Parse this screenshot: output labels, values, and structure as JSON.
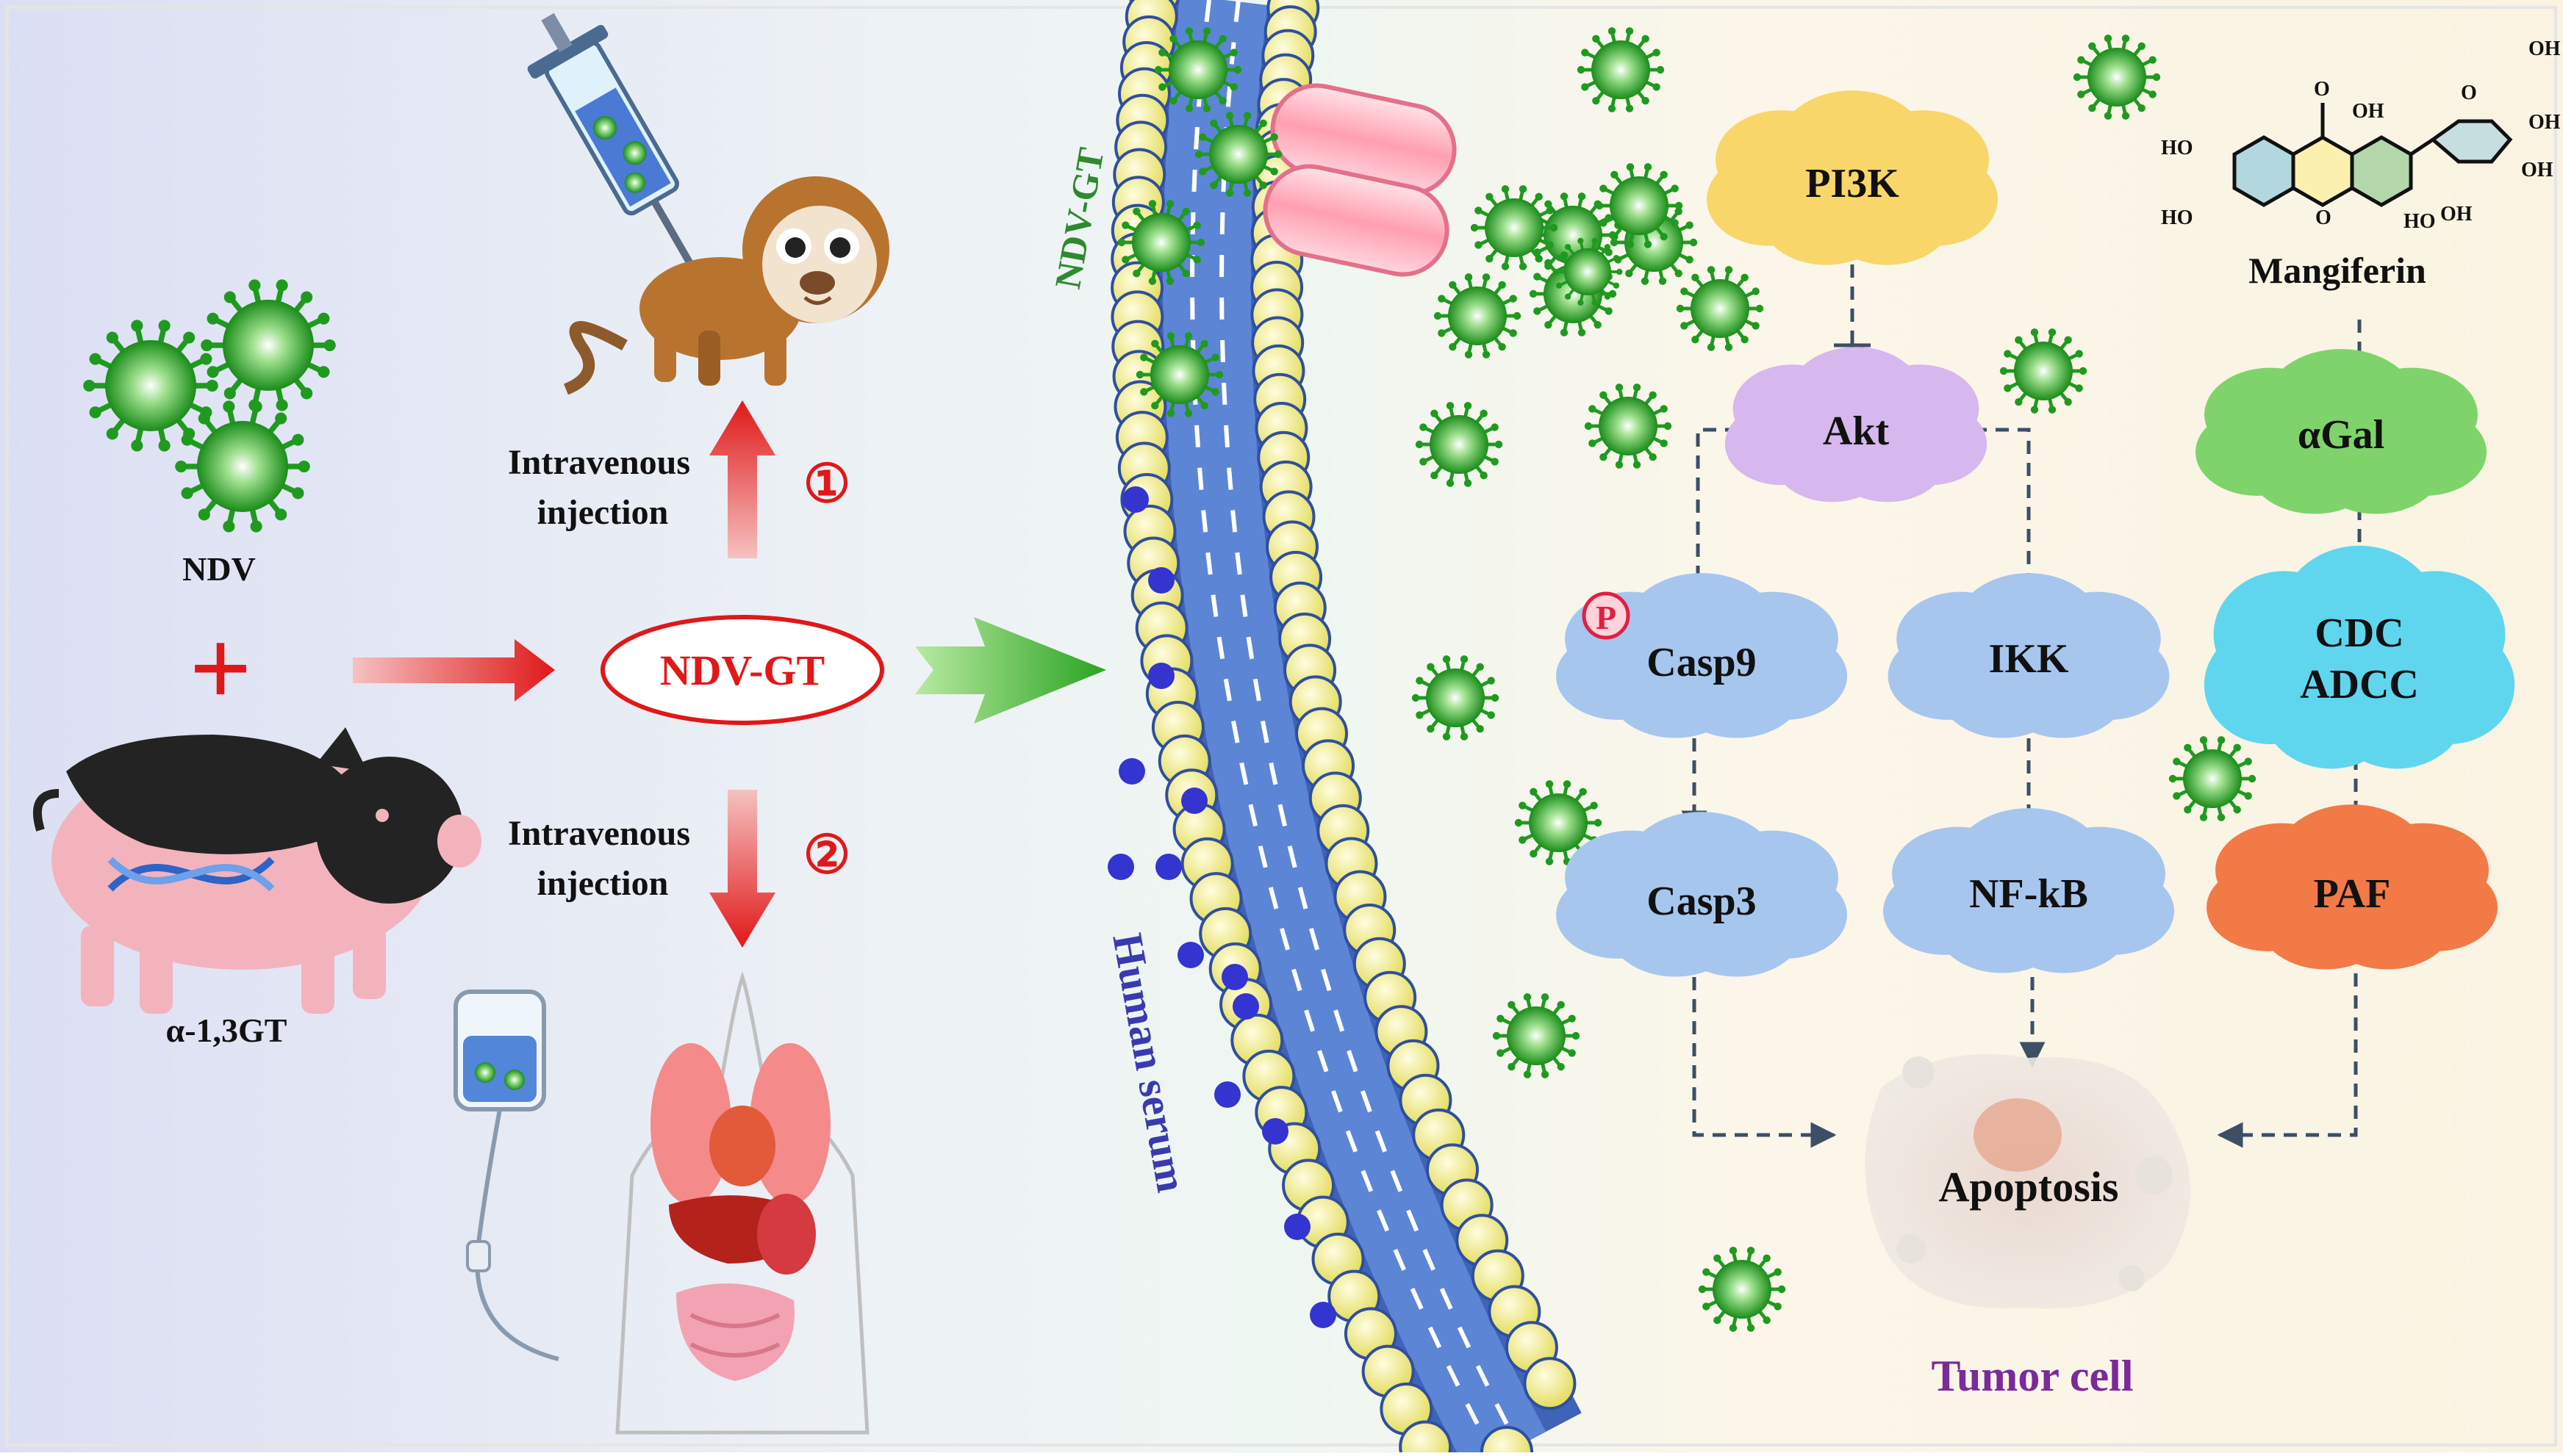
{
  "left": {
    "ndv_label": "NDV",
    "gene_label": "α-1,3GT",
    "plus_sign": "+",
    "product_label": "NDV-GT",
    "route1": {
      "line1": "Intravenous",
      "line2": "injection",
      "number": "①"
    },
    "route2": {
      "line1": "Intravenous",
      "line2": "injection",
      "number": "②"
    }
  },
  "membrane": {
    "virus_label": "NDV-GT",
    "serum_label": "Human serum"
  },
  "pathway": {
    "nodes": {
      "pi3k": "PI3K",
      "akt": "Akt",
      "casp9": "Casp9",
      "phospho": "P",
      "casp3": "Casp3",
      "ikk": "IKK",
      "nfkb": "NF-kB",
      "agal": "αGal",
      "cdc": "CDC",
      "adcc": "ADCC",
      "paf": "PAF",
      "apoptosis": "Apoptosis"
    },
    "compound_label": "Mangiferin",
    "compound_atoms": {
      "ho1": "HO",
      "ho2": "HO",
      "o1": "O",
      "oh1": "OH",
      "oh2": "OH",
      "oh3": "OH",
      "oh4": "OH",
      "oh5": "OH",
      "ho3": "HO",
      "o2": "O",
      "o3": "O"
    },
    "cell_label": "Tumor cell"
  },
  "colors": {
    "virus_green": "#1f9a1f",
    "arrow_red": "#e02020",
    "arrow_green": "#3bb02b",
    "membrane_blue": "#3f63b8",
    "head_yellow": "#f3ee8e",
    "serum_text": "#3a3ab0",
    "tumor_text": "#7a2a9a",
    "pi3k_fill": "#f8d66a",
    "akt_fill": "#d6b8ee",
    "casp_fill": "#a6c6ee",
    "agal_fill": "#7ed46a",
    "cdc_fill": "#5fd6ee",
    "paf_fill": "#f27a46"
  }
}
